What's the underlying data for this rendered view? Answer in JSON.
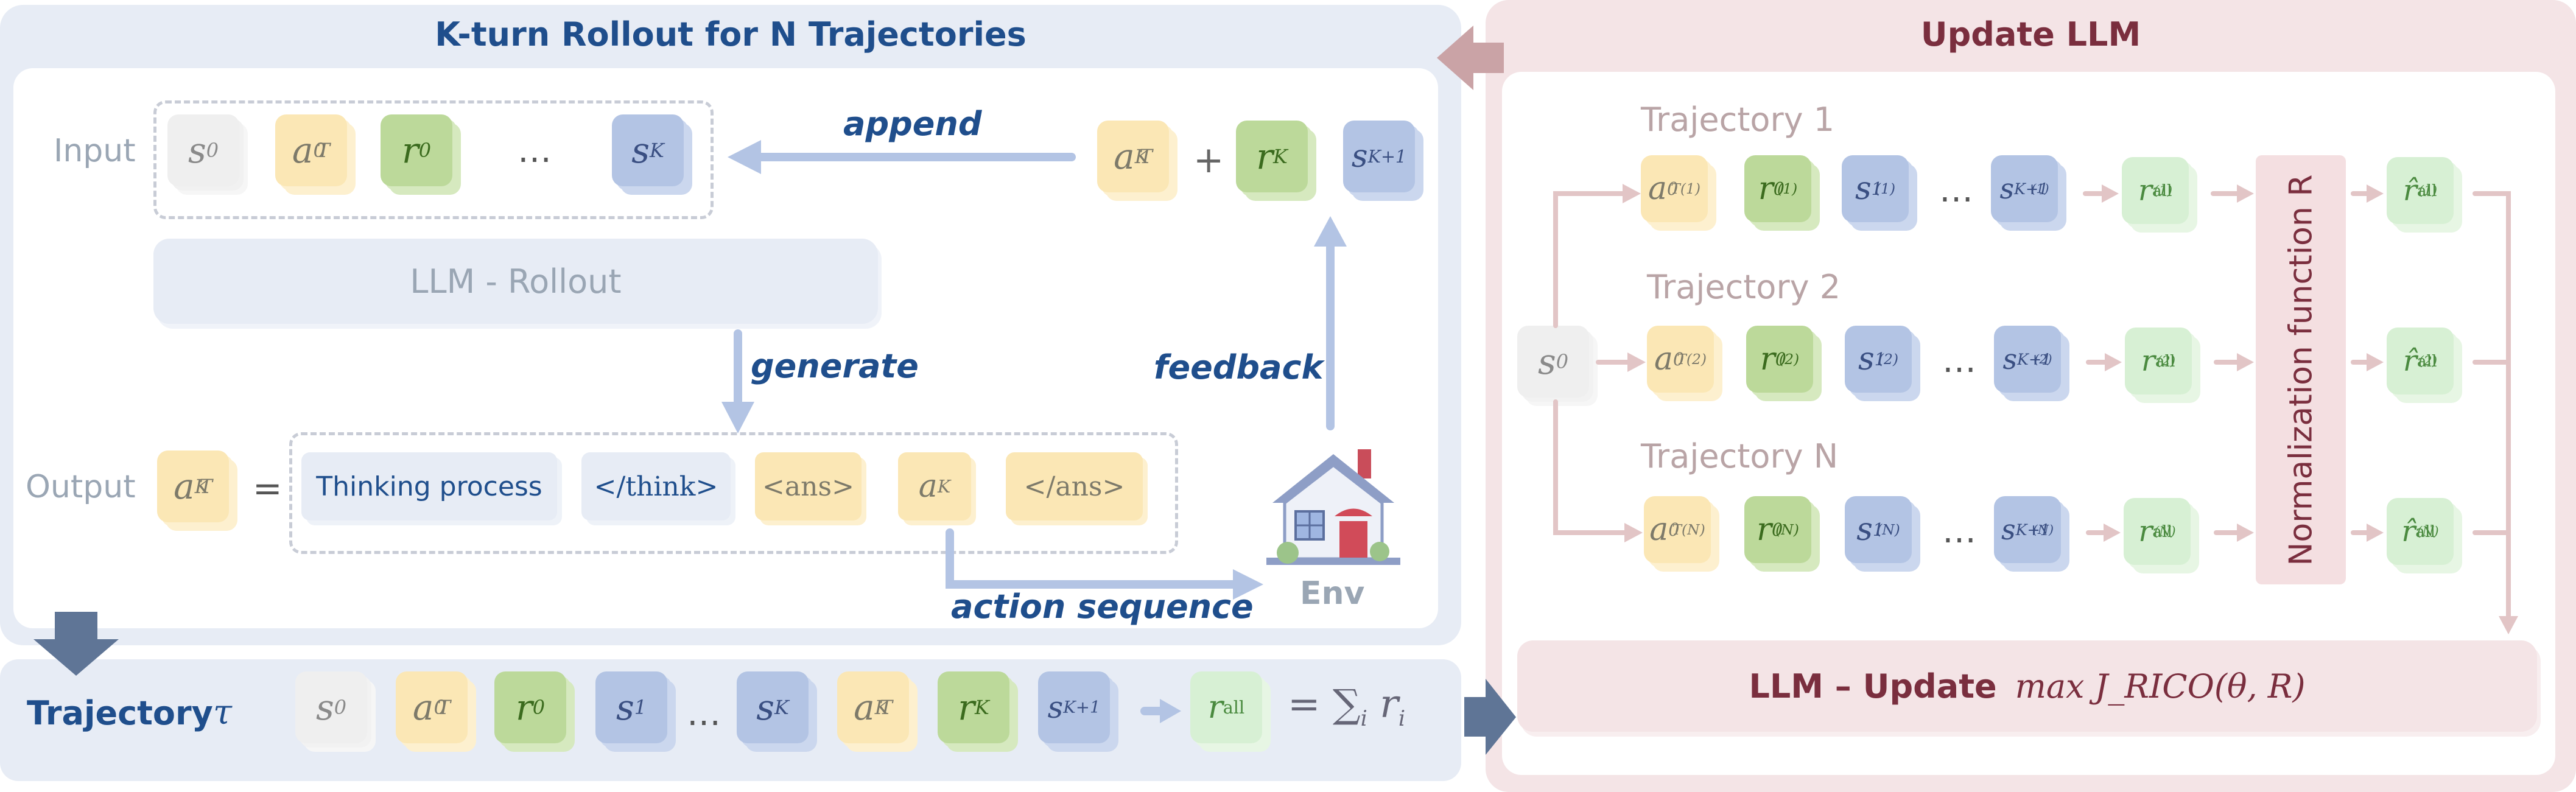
{
  "left_panel": {
    "title": "K-turn Rollout for N Trajectories",
    "input_label": "Input",
    "output_label": "Output",
    "llm_rollout": "LLM - Rollout",
    "append": "append",
    "generate": "generate",
    "feedback": "feedback",
    "action_sequence": "action sequence",
    "env": "Env",
    "thinking": "Thinking process",
    "think_close": "</think>",
    "ans_open": "<ans>",
    "ans_close": "</ans>",
    "ellipsis": "…",
    "plus": "+",
    "equals": "="
  },
  "trajectory_bar": {
    "label": "Trajectory",
    "tau": "τ",
    "sum": "= ∑",
    "sum_index": "i",
    "sum_term": "r",
    "sum_term_sub": "i"
  },
  "right_panel": {
    "title": "Update LLM",
    "trajectories": [
      "Trajectory 1",
      "Trajectory 2",
      "Trajectory N"
    ],
    "norm_function": "Normalization function R",
    "llm_update": "LLM – Update",
    "objective": "max J_RICO(θ, R)"
  },
  "colors": {
    "left_panel_bg": "#e7ecf5",
    "right_panel_bg": "#f4e4e6",
    "title_blue": "#1f4e8c",
    "title_maroon": "#7a2e3e",
    "arrow_blue": "#b3c4e4",
    "arrow_pink": "#e2c5c6"
  }
}
